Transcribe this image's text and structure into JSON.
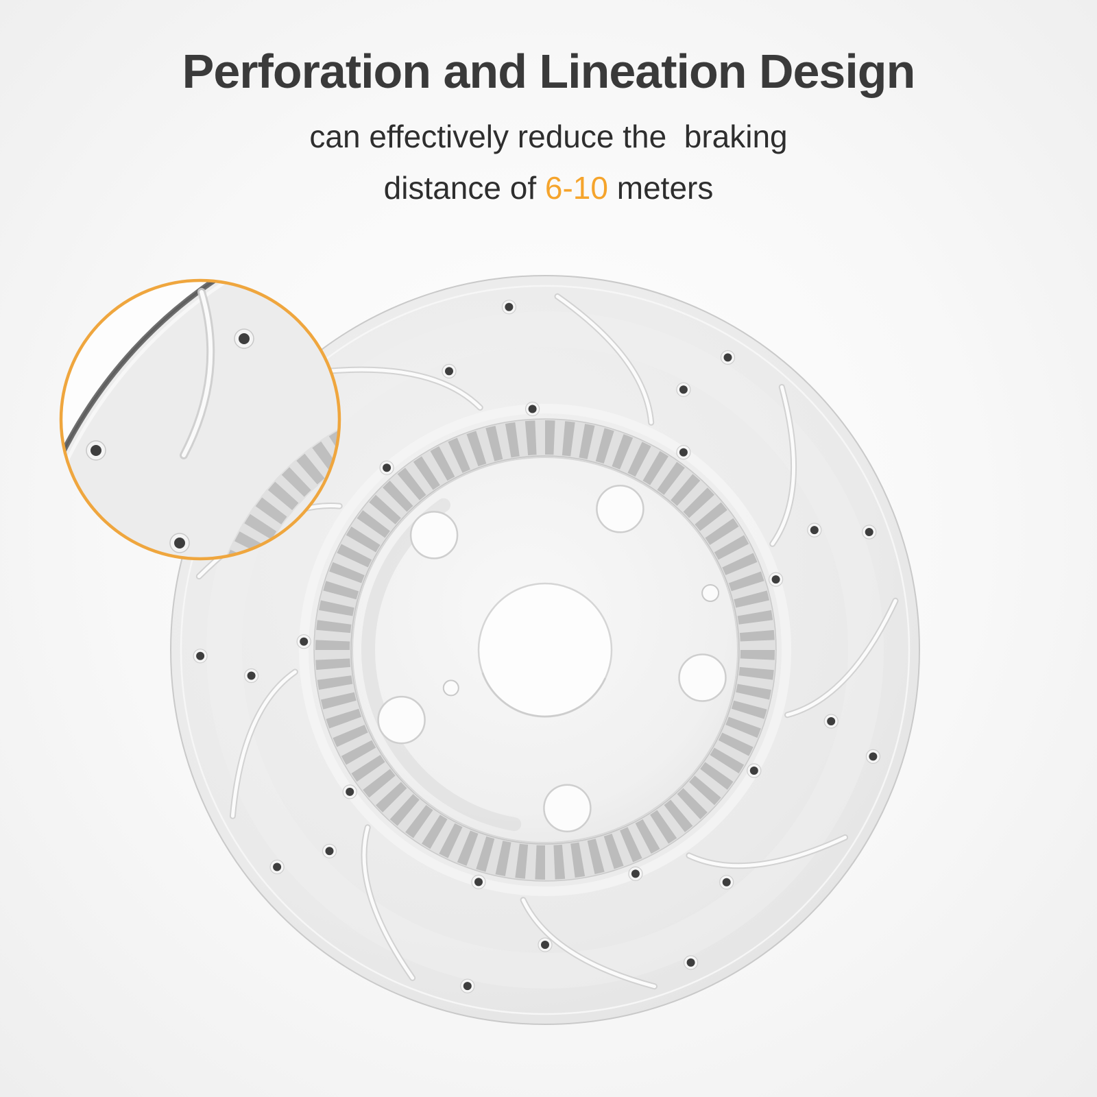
{
  "header": {
    "title": "Perforation and Lineation Design",
    "subtitle_line1": "can effectively reduce the  braking",
    "subtitle_line2": {
      "prefix": "distance of ",
      "highlight": "6-10",
      "suffix": " meters"
    }
  },
  "colors": {
    "title_text": "#3a3a3a",
    "body_text": "#2e2e2e",
    "highlight_text": "#f5a42c",
    "magnifier_ring": "#efa63e",
    "background": "#f5f5f5",
    "rotor_surface": "#ebebeb",
    "hole_dark": "#3e3e3e"
  }
}
